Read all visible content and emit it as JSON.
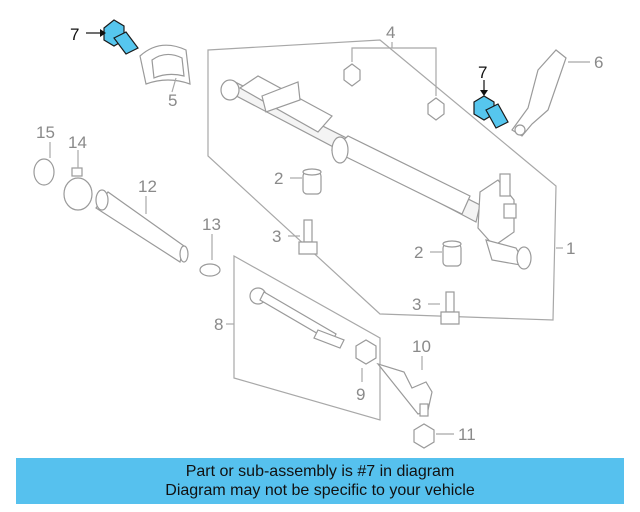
{
  "callouts": {
    "part_1": "1",
    "part_2a": "2",
    "part_2b": "2",
    "part_3a": "3",
    "part_3b": "3",
    "part_4": "4",
    "part_5": "5",
    "part_6": "6",
    "part_7a": "7",
    "part_7b": "7",
    "part_8": "8",
    "part_9": "9",
    "part_10": "10",
    "part_11": "11",
    "part_12": "12",
    "part_13": "13",
    "part_14": "14",
    "part_15": "15"
  },
  "banner": {
    "line1": "Part or sub-assembly is #7 in diagram",
    "line2": "Diagram may not be specific to your vehicle"
  },
  "colors": {
    "highlight": "#56c6ee",
    "banner": "#56c1ee"
  }
}
